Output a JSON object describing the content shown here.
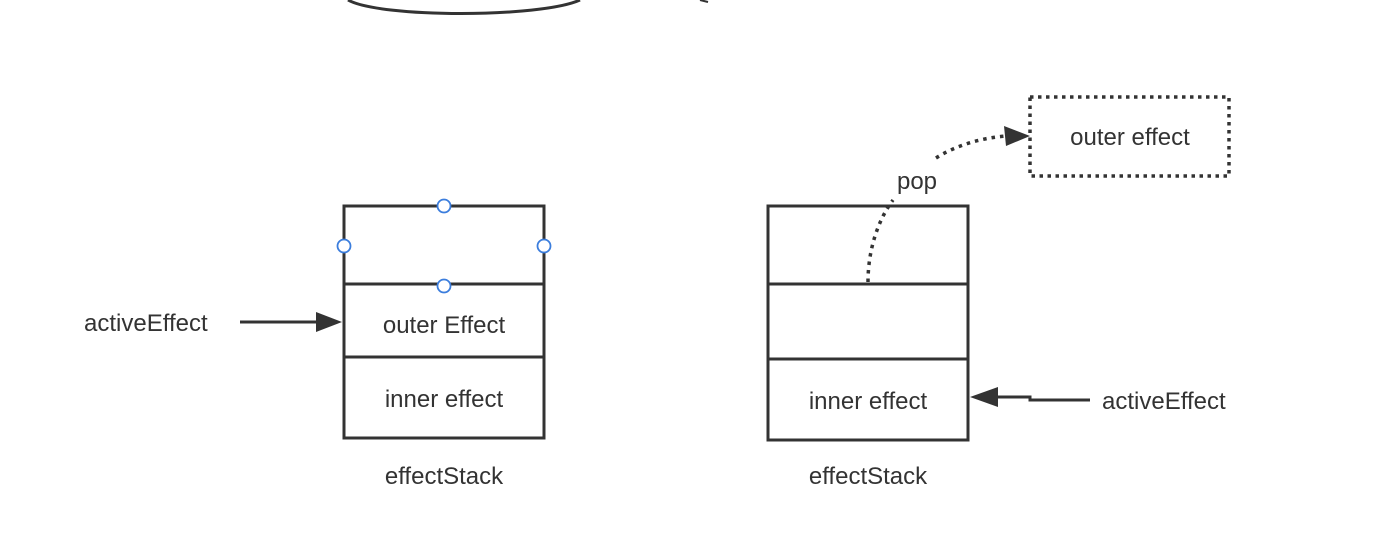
{
  "left_stack": {
    "slots": [
      "",
      "outer Effect",
      "inner effect"
    ],
    "caption": "effectStack",
    "pointer_label": "activeEffect"
  },
  "right_stack": {
    "slots": [
      "",
      "",
      "inner effect"
    ],
    "caption": "effectStack",
    "pointer_label": "activeEffect"
  },
  "popped_box": {
    "label": "outer effect"
  },
  "pop_arrow": {
    "label": "pop"
  },
  "colors": {
    "stroke": "#333333",
    "selection_handle": "#3b7ddd",
    "background": "#ffffff"
  }
}
